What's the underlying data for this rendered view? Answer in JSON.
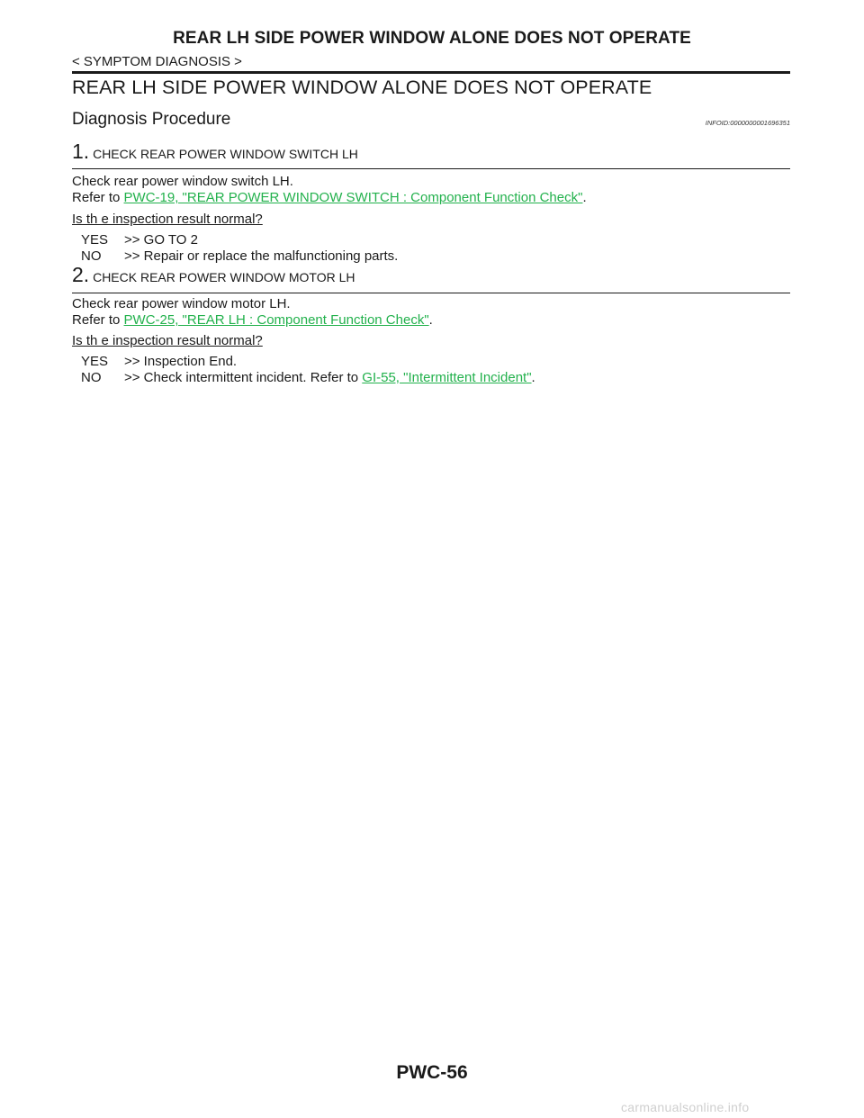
{
  "header": {
    "title": "REAR LH SIDE POWER WINDOW ALONE DOES NOT OPERATE",
    "section_path": "< SYMPTOM DIAGNOSIS >"
  },
  "main": {
    "title": "REAR LH SIDE POWER WINDOW ALONE DOES NOT OPERATE",
    "procedure_title": "Diagnosis Procedure",
    "info_id": "INFOID:0000000001696351",
    "steps": [
      {
        "number": "1.",
        "heading": "CHECK REAR POWER WINDOW SWITCH LH",
        "instruction": "Check rear power window switch LH.",
        "refer_prefix": "Refer to ",
        "refer_link": "PWC-19, \"REAR POWER WINDOW SWITCH : Component Function Check\"",
        "refer_suffix": ".",
        "question": "Is th e inspection result normal?",
        "answers": [
          {
            "key": "YES",
            "text": ">> GO TO 2"
          },
          {
            "key": "NO",
            "text": ">> Repair or replace the malfunctioning parts."
          }
        ]
      },
      {
        "number": "2.",
        "heading": "CHECK REAR POWER WINDOW MOTOR LH",
        "instruction": "Check rear power window motor LH.",
        "refer_prefix": "Refer to ",
        "refer_link": "PWC-25, \"REAR LH : Component Function Check\"",
        "refer_suffix": ".",
        "question": "Is th e inspection result normal?",
        "answers": [
          {
            "key": "YES",
            "text": ">> Inspection End."
          },
          {
            "key": "NO",
            "text": ">> Check intermittent incident. Refer to ",
            "link": "GI-55, \"Intermittent Incident\"",
            "suffix": "."
          }
        ]
      }
    ]
  },
  "footer": {
    "page_number": "PWC-56",
    "watermark": "carmanualsonline.info"
  },
  "colors": {
    "link": "#22b14c",
    "text": "#1a1a1a"
  }
}
